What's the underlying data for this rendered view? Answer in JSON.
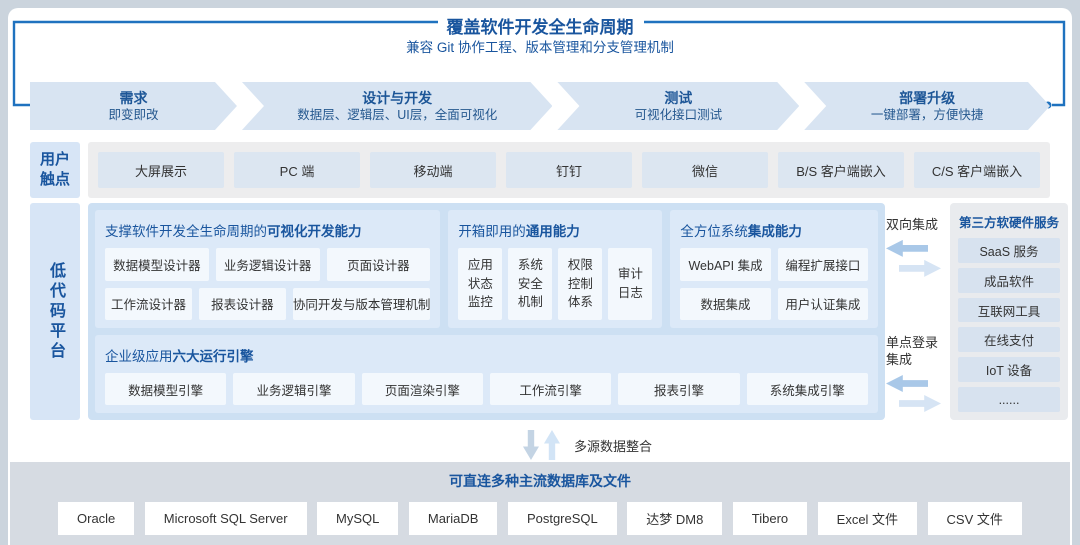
{
  "header": {
    "title": "覆盖软件开发全生命周期",
    "subtitle": "兼容 Git 协作工程、版本管理和分支管理机制"
  },
  "lifecycle_stages": [
    {
      "title": "需求",
      "subtitle": "即变即改"
    },
    {
      "title": "设计与开发",
      "subtitle": "数据层、逻辑层、UI层，全面可视化"
    },
    {
      "title": "测试",
      "subtitle": "可视化接口测试"
    },
    {
      "title": "部署升级",
      "subtitle": "一键部署，方便快捷"
    }
  ],
  "touchpoints": {
    "label": "用户触点",
    "items": [
      "大屏展示",
      "PC 端",
      "移动端",
      "钉钉",
      "微信",
      "B/S 客户端嵌入",
      "C/S 客户端嵌入"
    ]
  },
  "platform": {
    "label": "低代码平台",
    "dev_section": {
      "title_normal": "支撑软件开发全生命周期的",
      "title_bold": "可视化开发能力",
      "row1": [
        "数据模型设计器",
        "业务逻辑设计器",
        "页面设计器"
      ],
      "row2": [
        "工作流设计器",
        "报表设计器",
        "协同开发与版本管理机制"
      ]
    },
    "common_section": {
      "title_normal": "开箱即用的",
      "title_bold": "通用能力",
      "items": [
        "应用状态监控",
        "系统安全机制",
        "权限控制体系",
        "审计日志"
      ]
    },
    "integration_section": {
      "title_normal": "全方位系统",
      "title_bold": "集成能力",
      "items": [
        "WebAPI 集成",
        "编程扩展接口",
        "数据集成",
        "用户认证集成"
      ]
    },
    "engines_section": {
      "title_normal": "企业级应用",
      "title_bold": "六大运行引擎",
      "items": [
        "数据模型引擎",
        "业务逻辑引擎",
        "页面渲染引擎",
        "工作流引擎",
        "报表引擎",
        "系统集成引擎"
      ]
    }
  },
  "side_links": {
    "bidirectional": "双向集成",
    "sso": "单点登录集成"
  },
  "third_party": {
    "title": "第三方软硬件服务",
    "items": [
      "SaaS 服务",
      "成品软件",
      "互联网工具",
      "在线支付",
      "IoT 设备",
      "......"
    ]
  },
  "data_merge_label": "多源数据整合",
  "datasources": {
    "title": "可直连多种主流数据库及文件",
    "items": [
      "Oracle",
      "Microsoft SQL Server",
      "MySQL",
      "MariaDB",
      "PostgreSQL",
      "达梦 DM8",
      "Tibero",
      "Excel 文件",
      "CSV 文件"
    ]
  },
  "colors": {
    "accent_text_blue": "#19559e",
    "bracket_line_blue": "#1f72bf",
    "chevron_fill": "#d8e4f2",
    "label_fill": "#d7e5f6",
    "platform_fill": "#cde0f3",
    "section_fill": "#dce9f8",
    "item_fill": "#f3f8fd",
    "gray_panel": "#ededee",
    "db_panel": "#d6dbe2"
  }
}
